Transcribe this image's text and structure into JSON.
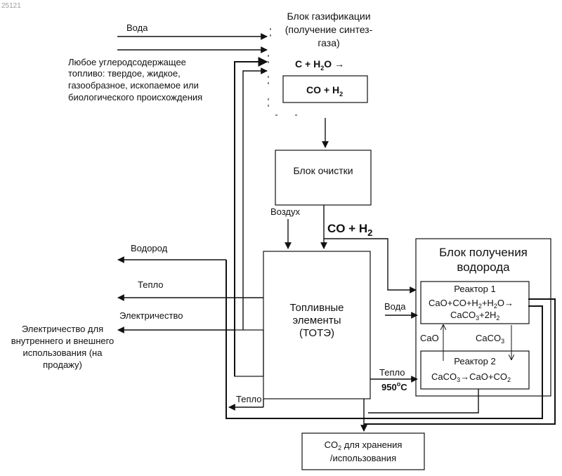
{
  "watermark": "25121",
  "gasification": {
    "title_lines": [
      "Блок газификации",
      "(получение синтез-",
      "газа)"
    ],
    "reaction_top": [
      "C + H",
      "2",
      "O →"
    ],
    "reaction_box": [
      "CO + H",
      "2"
    ]
  },
  "inputs": {
    "water": "Вода",
    "fuel_lines": [
      "Любое углеродсодержащее",
      "топливо: твердое, жидкое,",
      "газообразное, ископаемое или",
      "биологического происхождения"
    ]
  },
  "cleaning": {
    "title": "Блок очистки"
  },
  "air": "Воздух",
  "syngas": [
    "CO + H",
    "2"
  ],
  "fuel_cells": {
    "title_lines": [
      "Топливные",
      "элементы",
      "(ТОТЭ)"
    ]
  },
  "outputs": {
    "hydrogen": "Водород",
    "heat": "Тепло",
    "electricity": "Электричество",
    "electricity_use_lines": [
      "Электричество для",
      "внутреннего и внешнего",
      "использования (на",
      "продажу)"
    ]
  },
  "heat_bottom": "Тепло",
  "heat_to_reactor": "Тепло",
  "temperature": [
    "950",
    "o",
    "C"
  ],
  "hydrogen_block": {
    "title_lines": [
      "Блок получения",
      "водорода"
    ],
    "water": "Вода",
    "reactor1": {
      "title": "Реактор 1",
      "eq1": [
        "CaO+CO+H",
        "2",
        "+H",
        "2",
        "O→"
      ],
      "eq2": [
        "CaCO",
        "3",
        "+2H",
        "2"
      ]
    },
    "cao_label": "CaO",
    "caco3_label": [
      "CaCO",
      "3"
    ],
    "reactor2": {
      "title": "Реактор 2",
      "eq": [
        "CaCO",
        "3",
        "→CaO+CO",
        "2"
      ]
    }
  },
  "co2_box": {
    "line1": [
      "CO",
      "2",
      " для хранения"
    ],
    "line2": "/использования"
  }
}
